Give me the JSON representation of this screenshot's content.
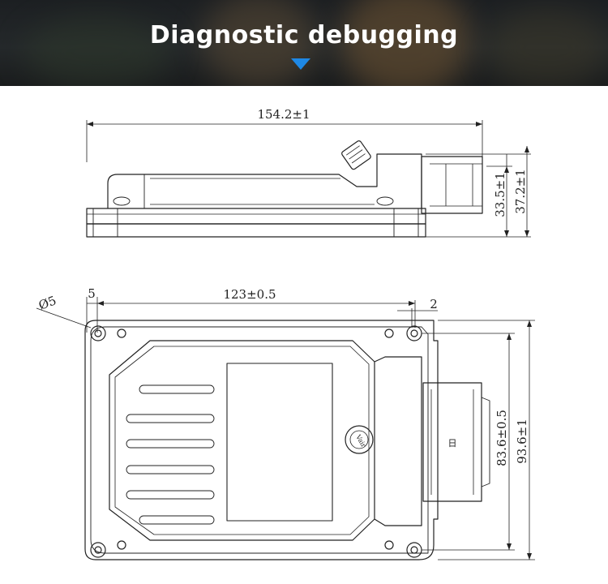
{
  "header": {
    "title": "Diagnostic debugging"
  },
  "colors": {
    "accent": "#1e88e5",
    "line": "#222222"
  },
  "side_view": {
    "dims": {
      "length": "154.2±1",
      "height_body": "33.5±1",
      "height_total": "37.2±1"
    }
  },
  "top_view": {
    "dims": {
      "hole_dia": "Ø5",
      "edge": "5",
      "hole_spacing": "123±0.5",
      "offset": "2",
      "width_holes": "83.6±0.5",
      "width_total": "93.6±1"
    },
    "valve_label": "Vair",
    "connector_mark": "日"
  }
}
